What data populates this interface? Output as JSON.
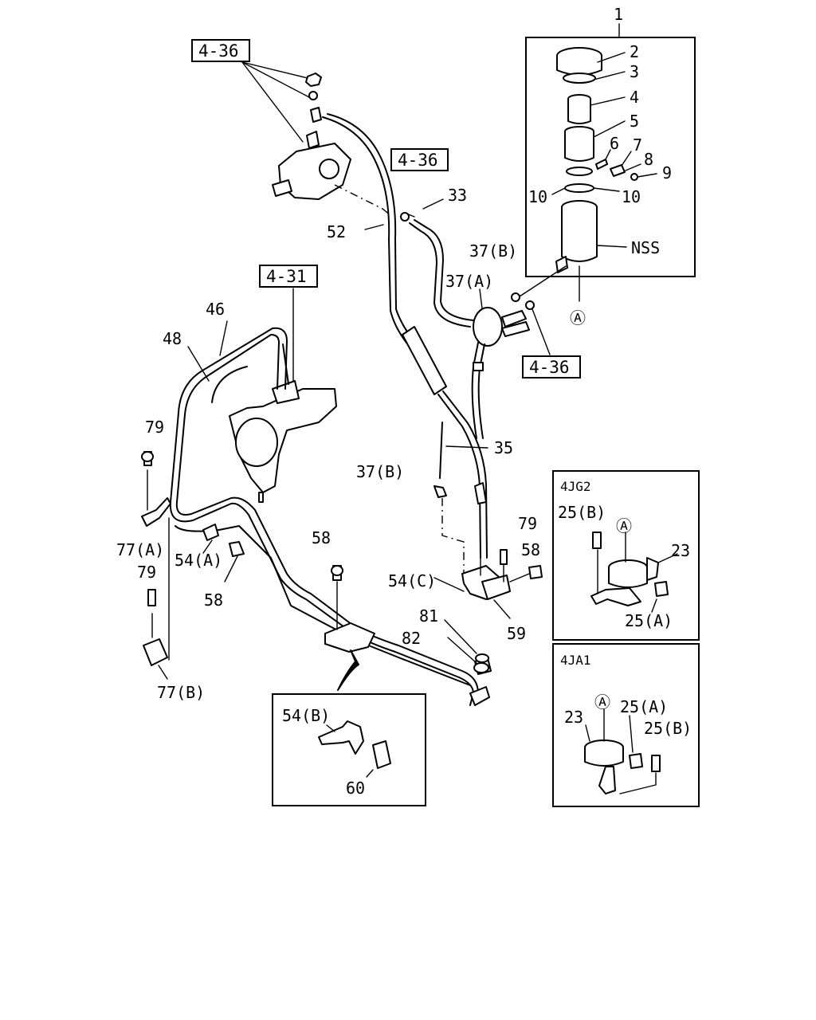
{
  "ref_boxes": [
    "4-36",
    "4-36",
    "4-31",
    "4-36"
  ],
  "callouts": [
    "1",
    "2",
    "3",
    "4",
    "5",
    "6",
    "7",
    "8",
    "9",
    "10",
    "10",
    "NSS",
    "Ⓐ",
    "33",
    "52",
    "37(B)",
    "37(A)",
    "46",
    "48",
    "35",
    "79",
    "77(A)",
    "54(A)",
    "58",
    "79",
    "77(B)",
    "37(B)",
    "79",
    "58",
    "58",
    "54(C)",
    "81",
    "82",
    "59",
    "54(B)",
    "60"
  ],
  "inset_4jg2": {
    "title": "4JG2",
    "labels": [
      "25(B)",
      "Ⓐ",
      "23",
      "25(A)"
    ]
  },
  "inset_4ja1": {
    "title": "4JA1",
    "labels": [
      "Ⓐ",
      "25(A)",
      "23",
      "25(B)"
    ]
  },
  "circled_letter": "A"
}
